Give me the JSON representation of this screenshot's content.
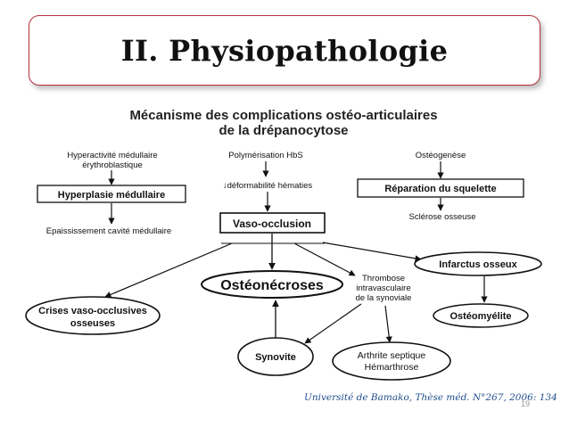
{
  "slide": {
    "title": "II. Physiopathologie",
    "footer": "Université de Bamako, Thèse méd. N°267, 2006: 134",
    "page_number": "19"
  },
  "diagram": {
    "heading_line1": "Mécanisme des complications ostéo-articulaires",
    "heading_line2": "de la drépanocytose",
    "nodes": {
      "hyperactivite_l1": "Hyperactivité médullaire",
      "hyperactivite_l2": "érythroblastique",
      "hyperplasie": "Hyperplasie médullaire",
      "epaississement": "Epaississement cavité médullaire",
      "polymerisation": "Polymérisation HbS",
      "deformabilite": "↓déformabilité hématies",
      "vaso_occlusion": "Vaso-occlusion",
      "osteogenese": "Ostéogenèse",
      "reparation": "Réparation du squelette",
      "sclerose": "Sclérose osseuse",
      "osteonecroses": "Ostéonécroses",
      "infarctus": "Infarctus osseux",
      "osteomyelite": "Ostéomyélite",
      "crises_l1": "Crises vaso-occlusives",
      "crises_l2": "osseuses",
      "thrombose_l1": "Thrombose",
      "thrombose_l2": "intravasculaire",
      "thrombose_l3": "de la synoviale",
      "synovite": "Synovite",
      "arthrite_l1": "Arthrite septique",
      "arthrite_l2": "Hémarthrose"
    }
  }
}
